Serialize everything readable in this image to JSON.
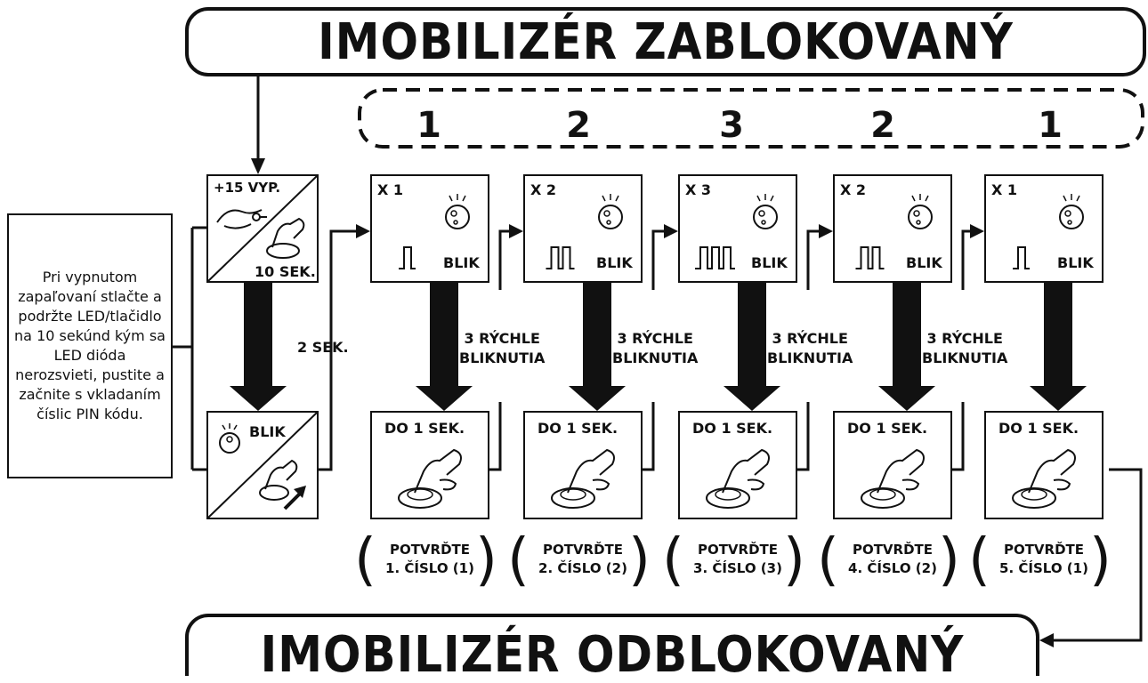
{
  "title_locked": "IMOBILIZÉR ZABLOKOVANÝ",
  "title_unlocked": "IMOBILIZÉR ODBLOKOVANÝ",
  "pin_digits": [
    "1",
    "2",
    "3",
    "2",
    "1"
  ],
  "side_note": "Pri vypnutom zapaľovaní stlačte a podržte LED/tlačidlo na 10 sekúnd kým sa LED dióda nerozsvieti, pustite a začnite s vkladaním číslic PIN kódu.",
  "start": {
    "ignition_label": "+15 VYP.",
    "hold_label": "10 SEK.",
    "blink_label": "BLIK",
    "wait_label": "2 SEK."
  },
  "steps": [
    {
      "count": "X 1",
      "blink": "BLIK",
      "pulses": 1,
      "press": "DO 1 SEK.",
      "confirm_1": "POTVRĎTE",
      "confirm_2": "1. ČÍSLO (1)"
    },
    {
      "count": "X 2",
      "blink": "BLIK",
      "pulses": 2,
      "press": "DO 1 SEK.",
      "confirm_1": "POTVRĎTE",
      "confirm_2": "2. ČÍSLO (2)"
    },
    {
      "count": "X 3",
      "blink": "BLIK",
      "pulses": 3,
      "press": "DO 1 SEK.",
      "confirm_1": "POTVRĎTE",
      "confirm_2": "3. ČÍSLO (3)"
    },
    {
      "count": "X 2",
      "blink": "BLIK",
      "pulses": 2,
      "press": "DO 1 SEK.",
      "confirm_1": "POTVRĎTE",
      "confirm_2": "4. ČÍSLO (2)"
    },
    {
      "count": "X 1",
      "blink": "BLIK",
      "pulses": 1,
      "press": "DO 1 SEK.",
      "confirm_1": "POTVRĎTE",
      "confirm_2": "5. ČÍSLO (1)"
    }
  ],
  "fast_blink_1": "3 RÝCHLE",
  "fast_blink_2": "BLIKNUTIA"
}
